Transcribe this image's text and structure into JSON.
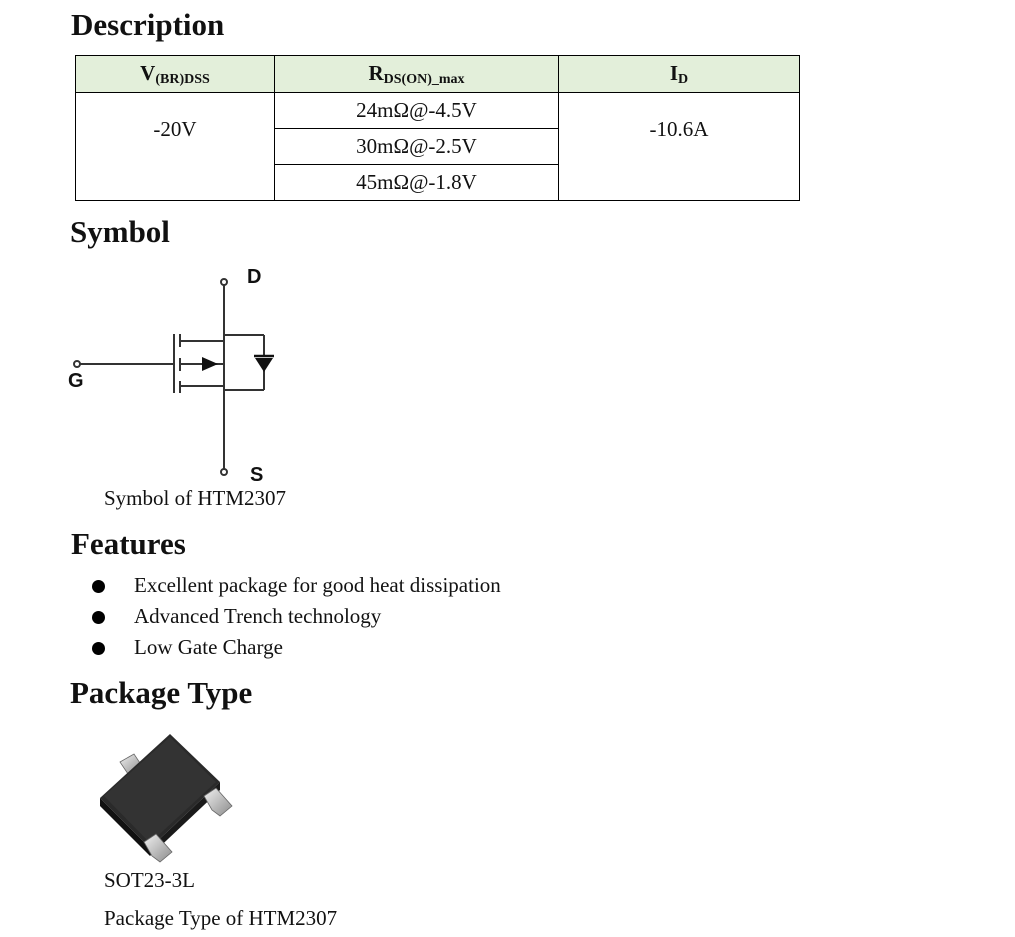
{
  "description": {
    "heading": "Description",
    "columns": [
      {
        "main": "V",
        "sub": "(BR)DSS"
      },
      {
        "main": "R",
        "sub": "DS(ON)_max"
      },
      {
        "main": "I",
        "sub": "D"
      }
    ],
    "vbr": "-20V",
    "rds": [
      "24mΩ@-4.5V",
      "30mΩ@-2.5V",
      "45mΩ@-1.8V"
    ],
    "id": "-10.6A"
  },
  "symbol": {
    "heading": "Symbol",
    "labels": {
      "drain": "D",
      "gate": "G",
      "source": "S"
    },
    "caption": "Symbol of HTM2307"
  },
  "features": {
    "heading": "Features",
    "items": [
      "Excellent package for good heat dissipation",
      "Advanced Trench technology",
      "Low Gate Charge"
    ]
  },
  "package": {
    "heading": "Package Type",
    "name": "SOT23-3L",
    "caption": "Package Type of HTM2307"
  }
}
